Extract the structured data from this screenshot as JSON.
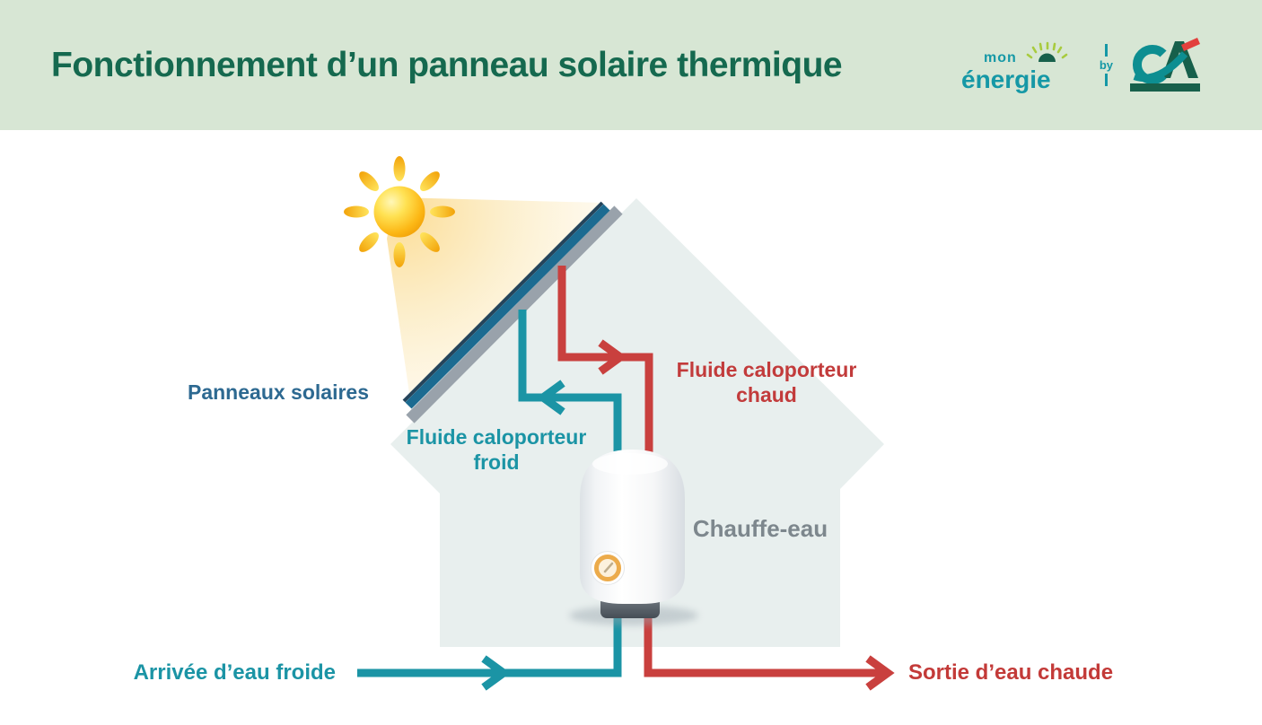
{
  "header": {
    "title": "Fonctionnement d’un panneau solaire thermique",
    "logo": {
      "mon": "mon",
      "energie": "énergie",
      "by": "by",
      "icons": {
        "energie_sun": "logo-sun-icon",
        "credit_agricole": "credit-agricole-ca-logo"
      }
    }
  },
  "diagram": {
    "labels": {
      "panneaux_solaires": "Panneaux solaires",
      "fluide_caloporteur_froid": "Fluide caloporteur\nfroid",
      "fluide_caloporteur_chaud": "Fluide caloporteur\nchaud",
      "chauffe_eau": "Chauffe-eau",
      "arrivee_eau_froide": "Arrivée d’eau froide",
      "sortie_eau_chaude": "Sortie d’eau chaude"
    },
    "icons": {
      "sun": "sun-icon",
      "light_beam": "sun-beam",
      "house": "house-silhouette",
      "solar_panel": "solar-panel",
      "water_heater": "water-heater",
      "heater_dial": "heater-dial-icon",
      "cold_arrows": "arrow-right-and-left-chevrons",
      "hot_arrows": "arrow-right-chevrons"
    },
    "colors": {
      "header_bg": "#d7e6d4",
      "title_green": "#15694f",
      "teal_pipe": "#1b94a5",
      "red_pipe": "#c9403e",
      "red_text": "#c23b3b",
      "panel_blue": "#1c6b91",
      "panel_edge_navy": "#25455c",
      "panel_frame_gray": "#99a2ab",
      "label_steel_blue": "#2d6991",
      "house_fill": "#e8efee",
      "chauffe_eau_gray": "#7d878d",
      "sun_yellow": "#fdc41a",
      "beam_pale_yellow": "#fbe7b4",
      "tank_base_gray": "#4e565e",
      "dial_orange": "#ecab4b",
      "logo_teal": "#1598a6",
      "logo_dark_green": "#17604b",
      "logo_leaf_green": "#a8cb3e",
      "logo_red": "#e2403c"
    }
  }
}
